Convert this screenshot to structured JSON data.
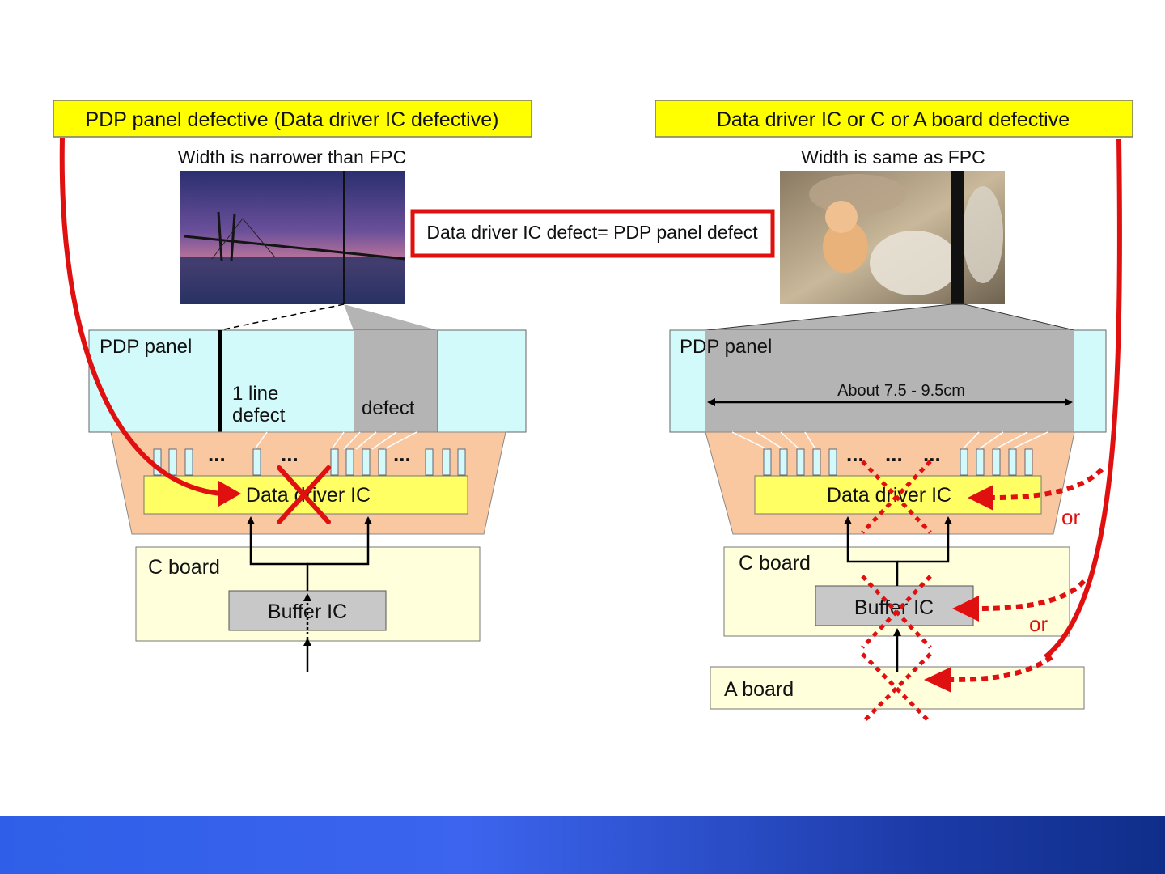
{
  "left": {
    "title": "PDP panel defective (Data driver IC defective)",
    "width_caption": "Width is narrower than FPC",
    "panel_label": "PDP panel",
    "line_defect_line1": "1 line",
    "line_defect_line2": "defect",
    "defect_label": "defect",
    "driver_label": "Data driver IC",
    "cboard_label": "C board",
    "buffer_label": "Buffer IC",
    "dots": "..."
  },
  "center": {
    "equation": "Data driver IC defect= PDP panel defect"
  },
  "right": {
    "title": "Data driver IC or C or A board defective",
    "width_caption": "Width is same as FPC",
    "panel_label": "PDP panel",
    "measure_label": "About 7.5  -  9.5cm",
    "driver_label": "Data driver IC",
    "cboard_label": "C board",
    "buffer_label": "Buffer IC",
    "aboard_label": "A board",
    "or_label_1": "or",
    "or_label_2": "or",
    "dots": "..."
  },
  "colors": {
    "title_fill": "#ffff00",
    "panel_cyan": "#d2fafa",
    "defect_gray": "#b4b4b4",
    "fpc_orange": "#fac8a0",
    "driver_yellow": "#ffff64",
    "board_cream": "#ffffdc",
    "alert_red": "#e01010"
  }
}
